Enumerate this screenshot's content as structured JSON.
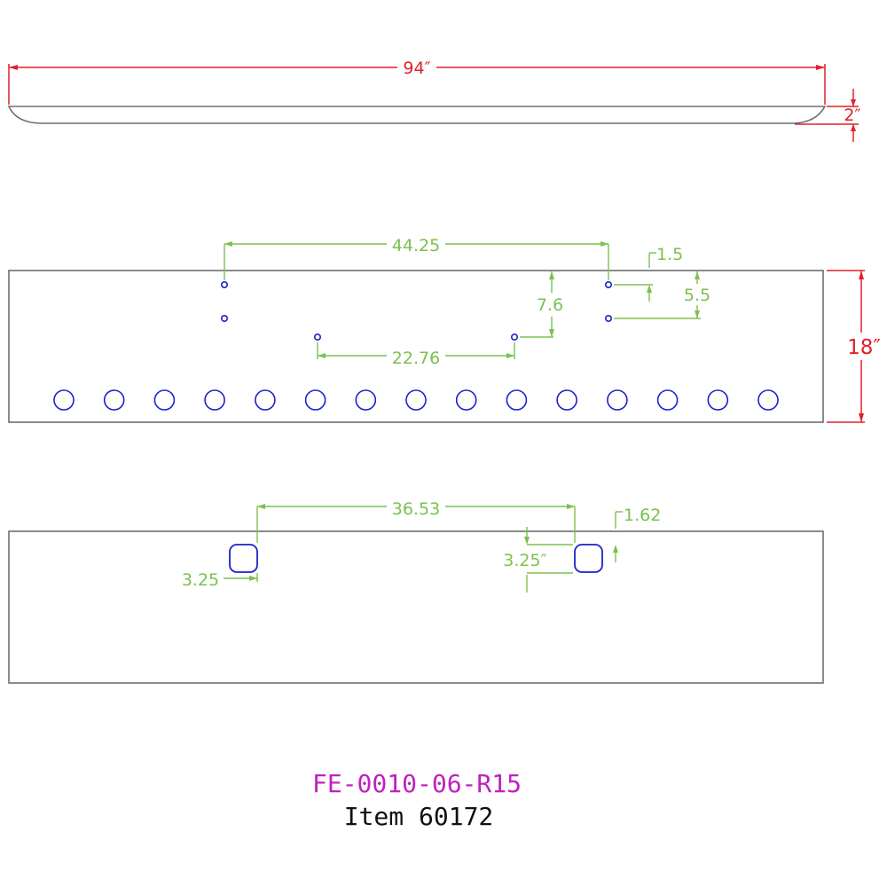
{
  "views": {
    "side": {
      "length_label": "94″",
      "height_label": "2″"
    },
    "top": {
      "hole_spacing_label": "44.25",
      "edge_offset_label": "1.5",
      "vertical_offset_label": "7.6",
      "pair_spacing_label": "5.5",
      "inner_spacing_label": "22.76",
      "width_label": "18″",
      "light_hole_count": 15
    },
    "bottom": {
      "slot_spacing_label": "36.53",
      "edge_offset_label": "1.62",
      "slot_left_label": "3.25",
      "slot_right_label": "3.25″"
    }
  },
  "title_block": {
    "part_number": "FE-0010-06-R15",
    "item_label": "Item 60172"
  },
  "colors": {
    "outline": "#6e6e6e",
    "dimension_red": "#e0202a",
    "dimension_green": "#7cc04f",
    "holes": "#1a22c8",
    "part_number": "#c020c0"
  }
}
